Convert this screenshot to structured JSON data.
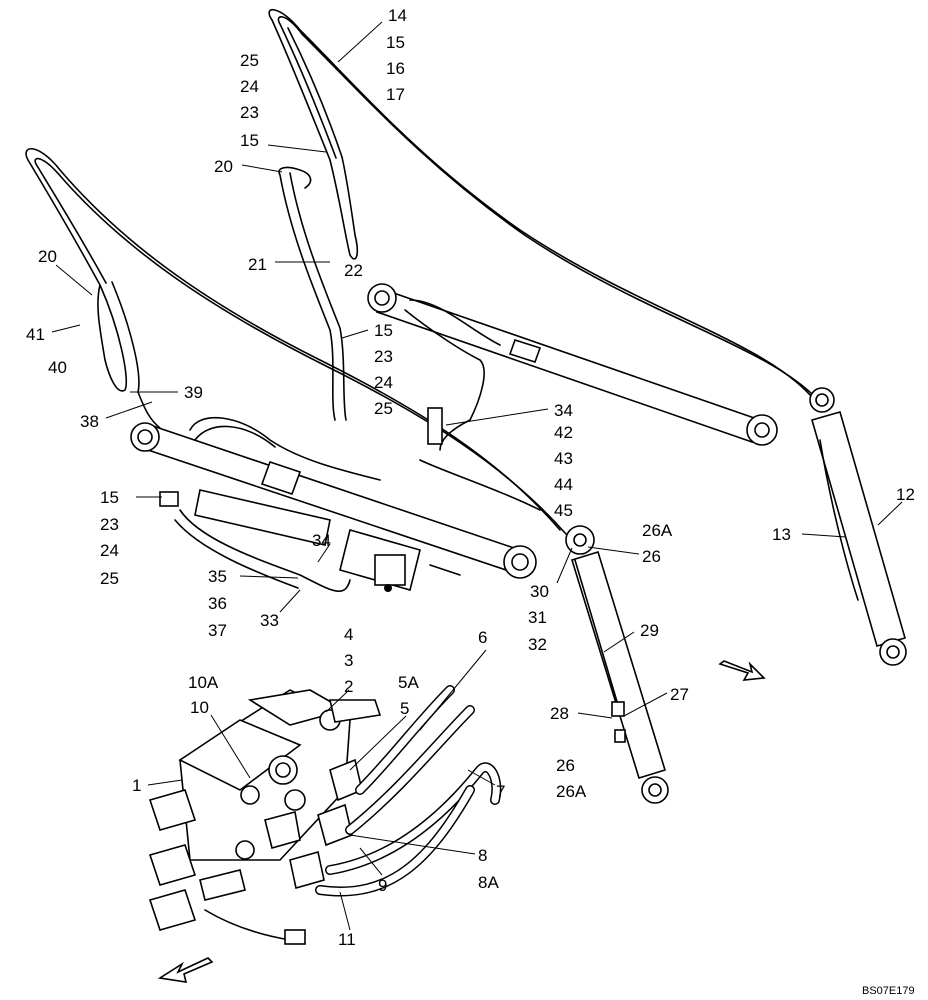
{
  "diagram": {
    "callouts": [
      {
        "id": "c14",
        "text": "14"
      },
      {
        "id": "c15a",
        "text": "15"
      },
      {
        "id": "c16",
        "text": "16"
      },
      {
        "id": "c17",
        "text": "17"
      },
      {
        "id": "c25a",
        "text": "25"
      },
      {
        "id": "c24a",
        "text": "24"
      },
      {
        "id": "c23a",
        "text": "23"
      },
      {
        "id": "c15b",
        "text": "15"
      },
      {
        "id": "c20a",
        "text": "20"
      },
      {
        "id": "c21",
        "text": "21"
      },
      {
        "id": "c22",
        "text": "22"
      },
      {
        "id": "c20b",
        "text": "20"
      },
      {
        "id": "c41",
        "text": "41"
      },
      {
        "id": "c40",
        "text": "40"
      },
      {
        "id": "c15c",
        "text": "15"
      },
      {
        "id": "c23b",
        "text": "23"
      },
      {
        "id": "c24b",
        "text": "24"
      },
      {
        "id": "c25b",
        "text": "25"
      },
      {
        "id": "c39",
        "text": "39"
      },
      {
        "id": "c38",
        "text": "38"
      },
      {
        "id": "c34a",
        "text": "34"
      },
      {
        "id": "c42",
        "text": "42"
      },
      {
        "id": "c43",
        "text": "43"
      },
      {
        "id": "c44",
        "text": "44"
      },
      {
        "id": "c45",
        "text": "45"
      },
      {
        "id": "c26Aa",
        "text": "26A"
      },
      {
        "id": "c26a",
        "text": "26"
      },
      {
        "id": "c30",
        "text": "30"
      },
      {
        "id": "c31",
        "text": "31"
      },
      {
        "id": "c32",
        "text": "32"
      },
      {
        "id": "c12",
        "text": "12"
      },
      {
        "id": "c13",
        "text": "13"
      },
      {
        "id": "c15d",
        "text": "15"
      },
      {
        "id": "c23c",
        "text": "23"
      },
      {
        "id": "c24c",
        "text": "24"
      },
      {
        "id": "c25c",
        "text": "25"
      },
      {
        "id": "c34b",
        "text": "34"
      },
      {
        "id": "c35",
        "text": "35"
      },
      {
        "id": "c36",
        "text": "36"
      },
      {
        "id": "c37",
        "text": "37"
      },
      {
        "id": "c33",
        "text": "33"
      },
      {
        "id": "c29",
        "text": "29"
      },
      {
        "id": "c4",
        "text": "4"
      },
      {
        "id": "c3",
        "text": "3"
      },
      {
        "id": "c2",
        "text": "2"
      },
      {
        "id": "c10A",
        "text": "10A"
      },
      {
        "id": "c10",
        "text": "10"
      },
      {
        "id": "c5A",
        "text": "5A"
      },
      {
        "id": "c5",
        "text": "5"
      },
      {
        "id": "c6",
        "text": "6"
      },
      {
        "id": "c7",
        "text": "7"
      },
      {
        "id": "c1",
        "text": "1"
      },
      {
        "id": "c27",
        "text": "27"
      },
      {
        "id": "c28",
        "text": "28"
      },
      {
        "id": "c26b",
        "text": "26"
      },
      {
        "id": "c26Ab",
        "text": "26A"
      },
      {
        "id": "c8",
        "text": "8"
      },
      {
        "id": "c8A",
        "text": "8A"
      },
      {
        "id": "c9",
        "text": "9"
      },
      {
        "id": "c11",
        "text": "11"
      }
    ],
    "figure_code": "BS07E179"
  }
}
